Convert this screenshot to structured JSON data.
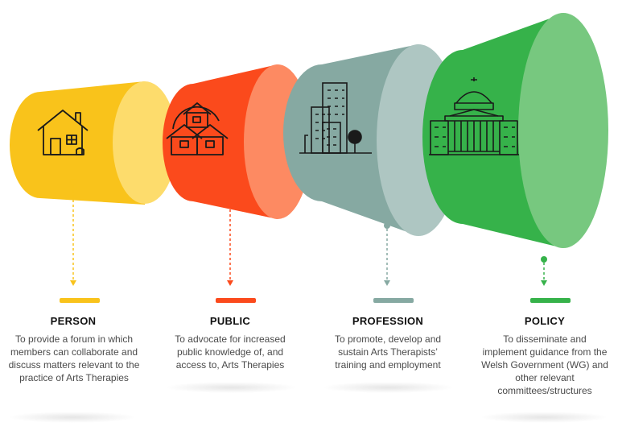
{
  "colors": {
    "person": "#f9c31b",
    "public": "#fb4a1c",
    "profession": "#86a9a2",
    "policy": "#36b24a"
  },
  "stages": [
    {
      "title": "PERSON",
      "icon": "house-icon",
      "description": "To provide a forum in which members can collaborate and discuss matters relevant to the practice of Arts Therapies"
    },
    {
      "title": "PUBLIC",
      "icon": "houses-community-icon",
      "description": "To advocate for increased public knowledge of, and access to, Arts Therapies"
    },
    {
      "title": "PROFESSION",
      "icon": "city-buildings-icon",
      "description": "To promote, develop and sustain Arts Therapists’ training and employment"
    },
    {
      "title": "POLICY",
      "icon": "government-building-icon",
      "description": "To disseminate and implement guidance from the Welsh Government (WG) and other relevant committees/structures"
    }
  ]
}
